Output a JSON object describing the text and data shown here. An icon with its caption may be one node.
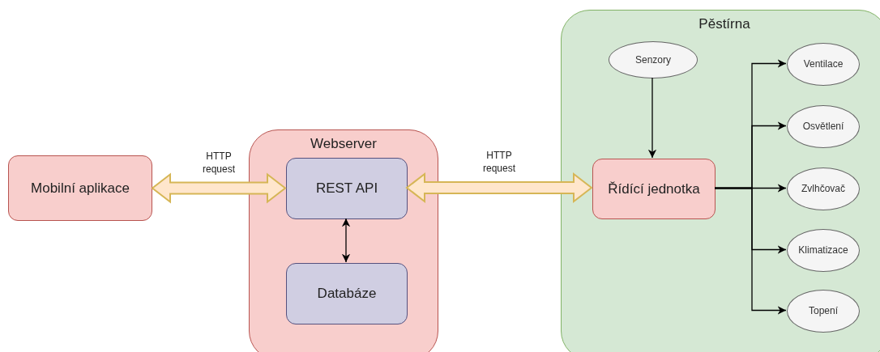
{
  "diagram": {
    "nodes": [
      {
        "text": [
          "Mobilní aplikace"
        ]
      },
      {
        "text": [
          "Webserver"
        ]
      },
      {
        "text": [
          "REST API"
        ],
        "in": 1
      },
      {
        "text": [
          "Databáze"
        ],
        "in": 1
      },
      {
        "text": [
          "Pěstírna"
        ]
      },
      {
        "text": [
          "Senzory"
        ],
        "in": 4
      },
      {
        "text": [
          "Řídící jednotka"
        ],
        "in": 4
      },
      {
        "text": [
          "Ventilace"
        ],
        "in": 4
      },
      {
        "text": [
          "Osvětlení"
        ],
        "in": 4
      },
      {
        "text": [
          "Zvlhčovač"
        ],
        "in": 4
      },
      {
        "text": [
          "Klimatizace"
        ],
        "in": 4
      },
      {
        "text": [
          "Topení"
        ],
        "in": 4
      }
    ],
    "edges": [
      {
        "from": 0,
        "to": 2,
        "arrow": "both",
        "label": "HTTP request",
        "style": "thick",
        "color": "#d6b656"
      },
      {
        "from": 2,
        "to": 6,
        "arrow": "both",
        "label": "HTTP request",
        "style": "thick",
        "color": "#d6b656"
      },
      {
        "from": 2,
        "to": 3,
        "arrow": "both"
      },
      {
        "from": 5,
        "to": 6,
        "arrow": "to"
      },
      {
        "from": 6,
        "to": 7,
        "arrow": "to"
      },
      {
        "from": 6,
        "to": 8,
        "arrow": "to"
      },
      {
        "from": 6,
        "to": 9,
        "arrow": "to"
      },
      {
        "from": 6,
        "to": 10,
        "arrow": "to"
      },
      {
        "from": 6,
        "to": 11,
        "arrow": "to"
      }
    ]
  }
}
